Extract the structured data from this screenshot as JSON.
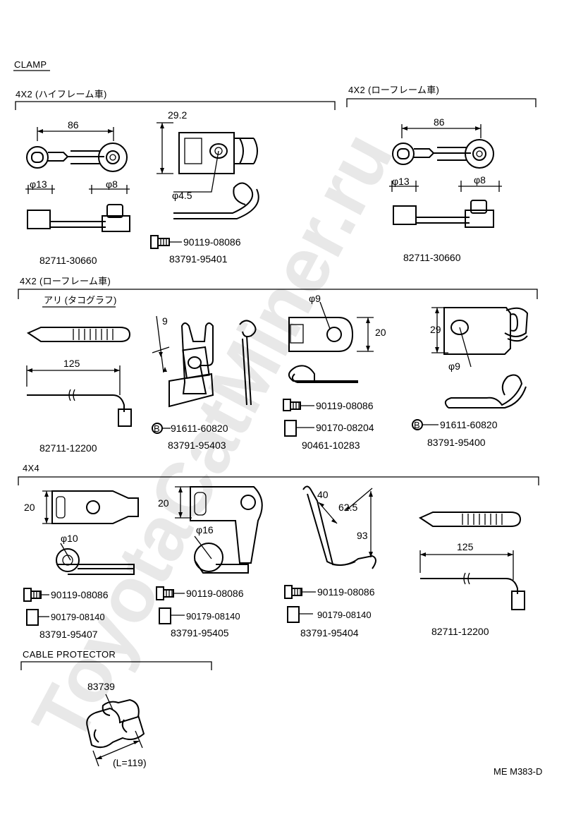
{
  "title": "CLAMP",
  "sections": {
    "s1": "4X2 (ハイフレーム車)",
    "s2": "4X2 (ローフレーム車)",
    "s3": "4X2 (ローフレーム車)",
    "s3_sub": "アリ (タコグラフ)",
    "s4": "4X4",
    "s5": "CABLE PROTECTOR"
  },
  "parts": {
    "p1": "82711-30660",
    "p2": "83791-95401",
    "p2_bolt": "90119-08086",
    "p3": "82711-30660",
    "p4": "82711-12200",
    "p5": "83791-95403",
    "p5_screw": "91611-60820",
    "p6": "90461-10283",
    "p6_bolt": "90119-08086",
    "p6_nut": "90170-08204",
    "p7": "83791-95400",
    "p7_screw": "91611-60820",
    "p8": "83791-95407",
    "p8_bolt": "90119-08086",
    "p8_nut": "90179-08140",
    "p9": "83791-95405",
    "p9_bolt": "90119-08086",
    "p9_nut": "90179-08140",
    "p10": "83791-95404",
    "p10_bolt": "90119-08086",
    "p10_nut": "90179-08140",
    "p11": "82711-12200",
    "p12": "83739"
  },
  "dims": {
    "d86a": "86",
    "d13a": "φ13",
    "d8a": "φ8",
    "d292": "29.2",
    "d45": "φ4.5",
    "d86b": "86",
    "d13b": "φ13",
    "d8b": "φ8",
    "d125a": "125",
    "d9a": "9",
    "d9b": "φ9",
    "d20a": "20",
    "d29": "29",
    "d9c": "φ9",
    "d20b": "20",
    "d10": "φ10",
    "d20c": "20",
    "d16": "φ16",
    "d40": "40",
    "d625": "62.5",
    "d93": "93",
    "d125b": "125",
    "dL": "(L=119)"
  },
  "marker": "B",
  "code": "ME M383-D",
  "watermark": "ToyotaCatMiner.ru"
}
